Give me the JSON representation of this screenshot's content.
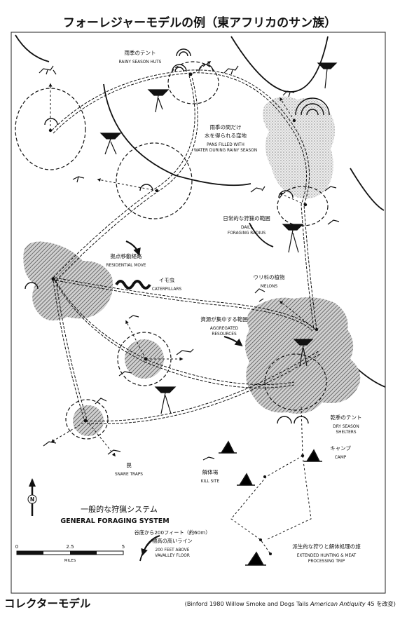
{
  "header": {
    "title": "フォーレジャーモデルの例（東アフリカのサン族）"
  },
  "labels": {
    "rainy_huts": {
      "ja": "雨季のテント",
      "en": "RAINY SEASON HUTS"
    },
    "pans": {
      "ja": "雨季の間だけ水を得られる窪地",
      "ja_l1": "雨季の間だけ",
      "ja_l2": "水を得られる窪地",
      "en_l1": "PANS FILLED WITH",
      "en_l2": "WATER DURING RAINY SEASON"
    },
    "daily": {
      "ja": "日常的な狩猟の範囲",
      "en_l1": "DAILY",
      "en_l2": "FORAGING RADIUS"
    },
    "residential": {
      "ja": "拠点移動経路",
      "en": "RESIDENTIAL MOVE"
    },
    "caterpillars": {
      "ja": "イモ虫",
      "en": "CATERPILLARS"
    },
    "melons": {
      "ja": "ウリ科の植物",
      "en": "MELONS"
    },
    "aggregated": {
      "ja": "資源が集中する範囲",
      "en_l1": "AGGREGATED",
      "en_l2": "RESOURCES"
    },
    "dry": {
      "ja": "乾季のテント",
      "en_l1": "DRY SEASON",
      "en_l2": "SHELTERS"
    },
    "camp": {
      "ja": "キャンプ",
      "en": "CAMP"
    },
    "snare": {
      "ja": "罠",
      "en": "SNARE TRAPS"
    },
    "kill": {
      "ja": "解体場",
      "en": "KILL SITE"
    },
    "extended": {
      "ja": "派生的な狩りと解体処理の旅",
      "en_l1": "EXTENDED HUNTING & MEAT",
      "en_l2": "PROCESSING TRIP"
    },
    "contour": {
      "ja_l1": "谷底から200フィート（約60m）",
      "ja_l2": "標高の高いライン",
      "en_l1": "200 FEET ABOVE",
      "en_l2": "VAVALLEY FLOOR"
    }
  },
  "system": {
    "ja": "一般的な狩猟システム",
    "en": "GENERAL FORAGING SYSTEM"
  },
  "scale": {
    "ticks": [
      "0",
      "2.5",
      "5"
    ],
    "unit": "MILES"
  },
  "north": {
    "letter": "N"
  },
  "footer": {
    "title": "コレクターモデル",
    "citation_pre": "(Binford 1980 Willow Smoke and Dogs Tails ",
    "citation_journal": "American Antiquity",
    "citation_post": " 45 を改変)"
  }
}
